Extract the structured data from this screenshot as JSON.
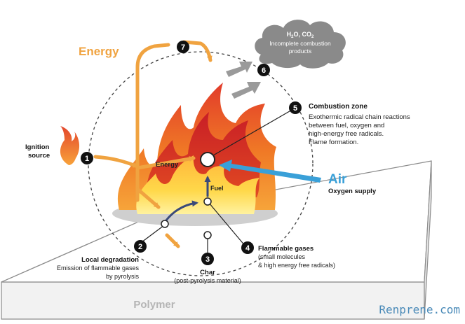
{
  "diagram": {
    "energy_heading": "Energy",
    "cloud": {
      "line1_main": "H",
      "line1_sub1": "2",
      "line1_mid": "O, CO",
      "line1_sub2": "2",
      "line2": "Incomplete combustion",
      "line3": "products"
    },
    "steps": {
      "s1": "1",
      "s2": "2",
      "s3": "3",
      "s4": "4",
      "s5": "5",
      "s6": "6",
      "s7": "7"
    },
    "ignition": {
      "line1": "Ignition",
      "line2": "source"
    },
    "combustion": {
      "title": "Combustion zone",
      "line1": "Exothermic radical chain reactions",
      "line2": "between fuel, oxygen and",
      "line3": "high-energy free radicals.",
      "line4": "Flame formation."
    },
    "energy_label": "Energy",
    "fuel_label": "Fuel",
    "air": {
      "label": "Air",
      "sub": "Oxygen supply"
    },
    "local_degradation": {
      "title": "Local degradation",
      "line1": "Emission of flammable gases",
      "line2": "by pyrolysis"
    },
    "char": {
      "title": "Char",
      "sub": "(post-pyrolysis material)"
    },
    "flammable_gases": {
      "title": "Flammable gases",
      "line1": "(small molecules",
      "line2": "& high energy free radicals)"
    },
    "polymer_label": "Polymer",
    "watermark": "Renprene.com"
  },
  "colors": {
    "energy_orange": "#f0a340",
    "air_blue": "#3aa0d8",
    "step_badge": "#111111",
    "flame_red": "#c8202a",
    "flame_yellow": "#ffd84a",
    "cloud_grey": "#8a8a8a",
    "polymer_grey": "#bfbfbf"
  }
}
